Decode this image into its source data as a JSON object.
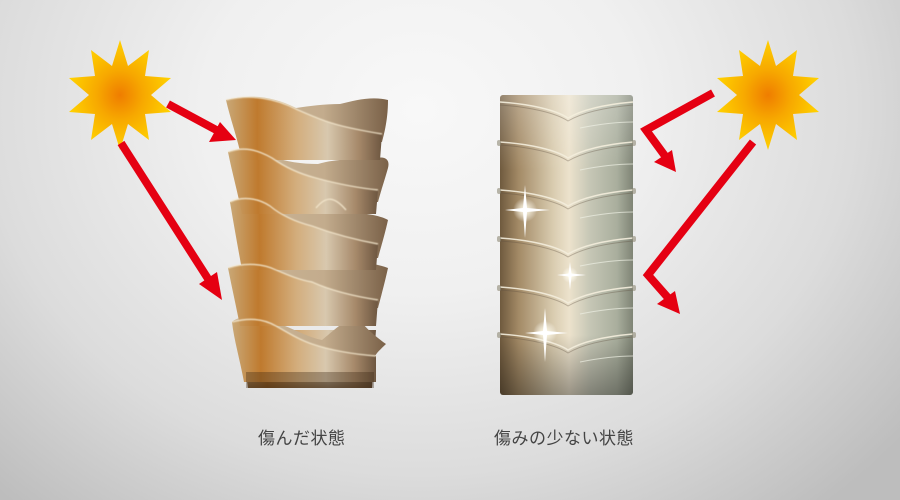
{
  "title": "Hair cuticle light reflection comparison",
  "panels": [
    {
      "id": "damaged",
      "caption": "傷んだ状態",
      "description": "Damaged hair: ragged, lifted cuticle scales; light scatters",
      "arrows": "light hits irregular surface and is absorbed/scattered"
    },
    {
      "id": "healthy",
      "caption": "傷みの少ない状態",
      "description": "Less damaged hair: smooth, tightly layered cuticles with sparkles; light reflects",
      "arrows": "light reflects off smooth surface"
    }
  ],
  "colors": {
    "arrow": "#e50012",
    "sun_outer": "#ffcc00",
    "sun_inner": "#f08a00",
    "damaged_hair_dark": "#b86a20",
    "damaged_hair_light": "#d9c3a0",
    "healthy_hair_left": "#8a7556",
    "healthy_hair_mid": "#e8dcc4",
    "healthy_hair_right": "#a9b1a0",
    "caption_text": "#444444"
  }
}
